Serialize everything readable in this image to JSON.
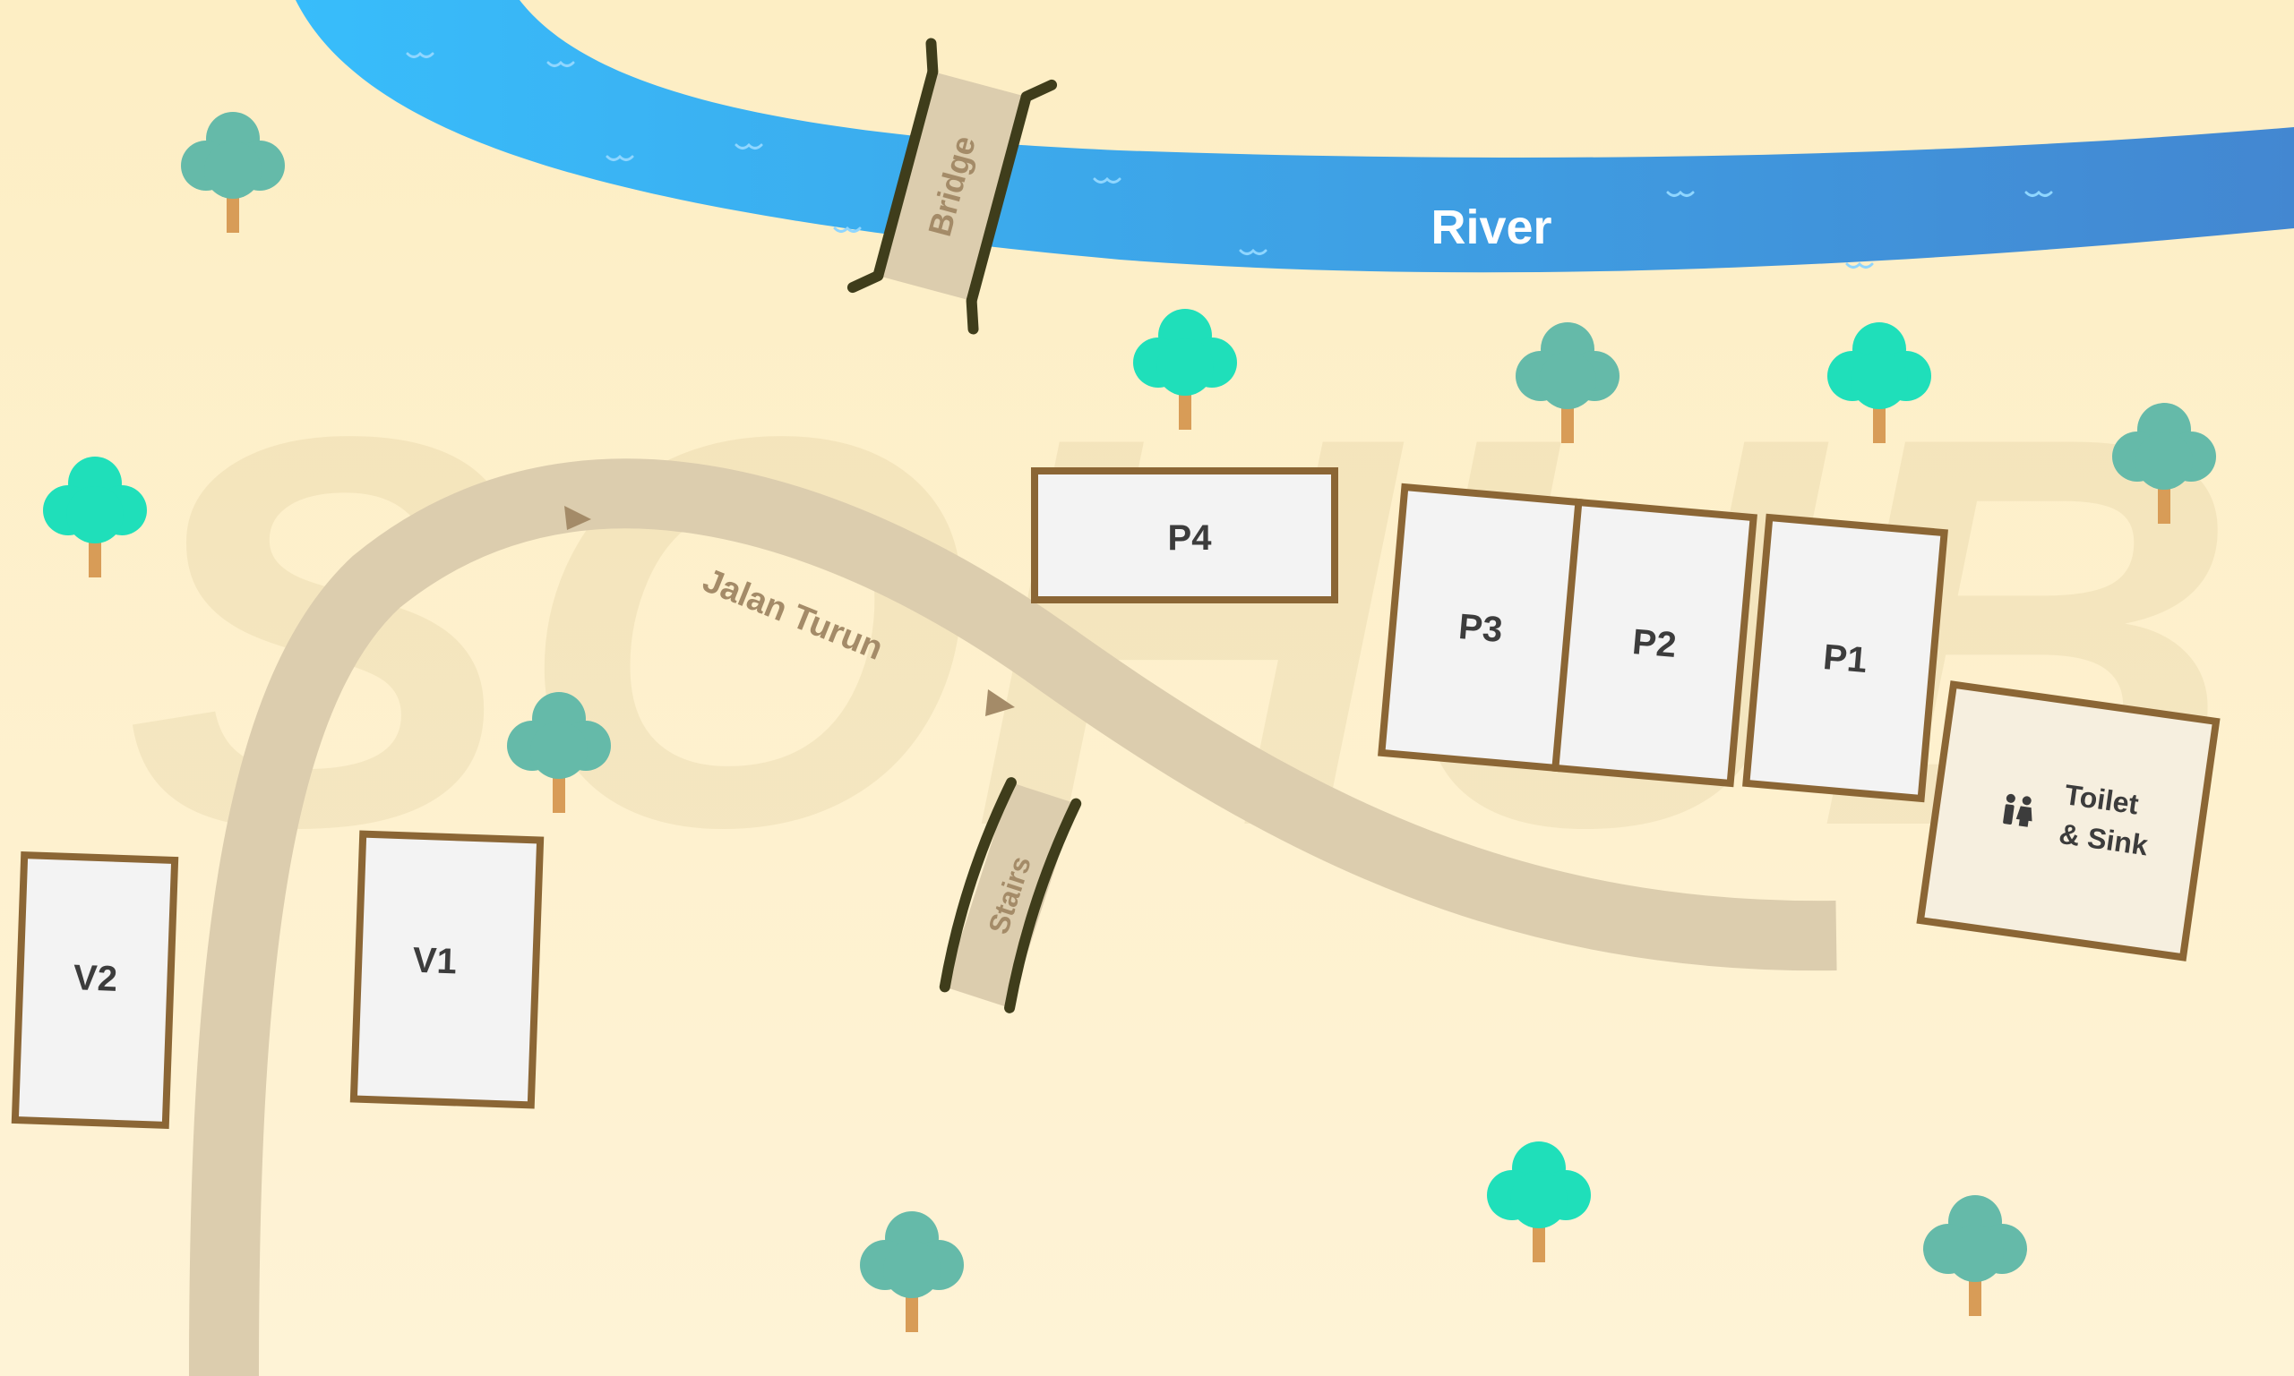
{
  "map": {
    "watermark": "SOHUB",
    "river": {
      "label": "River",
      "color_start": "#38bdfb",
      "color_end": "#4387d1"
    },
    "bridge": {
      "label": "Bridge"
    },
    "road": {
      "label": "Jalan Turun",
      "color": "#dccdae"
    },
    "stairs": {
      "label": "Stairs"
    },
    "plots": [
      {
        "id": "P4",
        "label": "P4"
      },
      {
        "id": "P3",
        "label": "P3"
      },
      {
        "id": "P2",
        "label": "P2"
      },
      {
        "id": "P1",
        "label": "P1"
      },
      {
        "id": "V1",
        "label": "V1"
      },
      {
        "id": "V2",
        "label": "V2"
      }
    ],
    "facility": {
      "label_line1": "Toilet",
      "label_line2": "& Sink",
      "icon": "restroom-icon"
    },
    "colors": {
      "ground": "#fdf0cf",
      "plot_border": "#8b6635",
      "plot_fill": "#f3f3f3",
      "tree_bright": "#1fdfba",
      "tree_muted": "#65baa9",
      "trunk": "#d89c57",
      "rail": "#3f3d1b",
      "road_text": "#a48b68"
    }
  }
}
